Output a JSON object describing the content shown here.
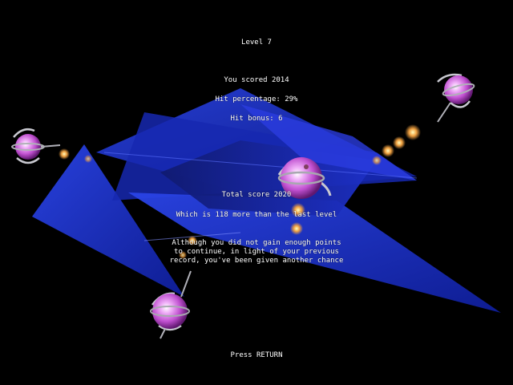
{
  "screen": {
    "level_title": "Level 7",
    "score_line": "You scored 2014",
    "hit_percentage_line": "Hit percentage: 29%",
    "hit_bonus_line": "Hit bonus: 6",
    "total_score_line": "Total score 2020",
    "comparison_line": "Which is 118 more than the last level",
    "message_lines": [
      "Although you did not gain enough points",
      "to continue, in light of your previous",
      "record, you've been given another chance"
    ],
    "prompt": "Press RETURN"
  },
  "colors": {
    "background": "#000000",
    "text": "#ffffff",
    "ship_blue": "#1a2fd0",
    "pod_pink": "#d070e0",
    "shot_glow": "#f0a040"
  },
  "icons": [
    "enemy-pod-icon",
    "player-ship-icon",
    "plasma-shot-icon"
  ]
}
